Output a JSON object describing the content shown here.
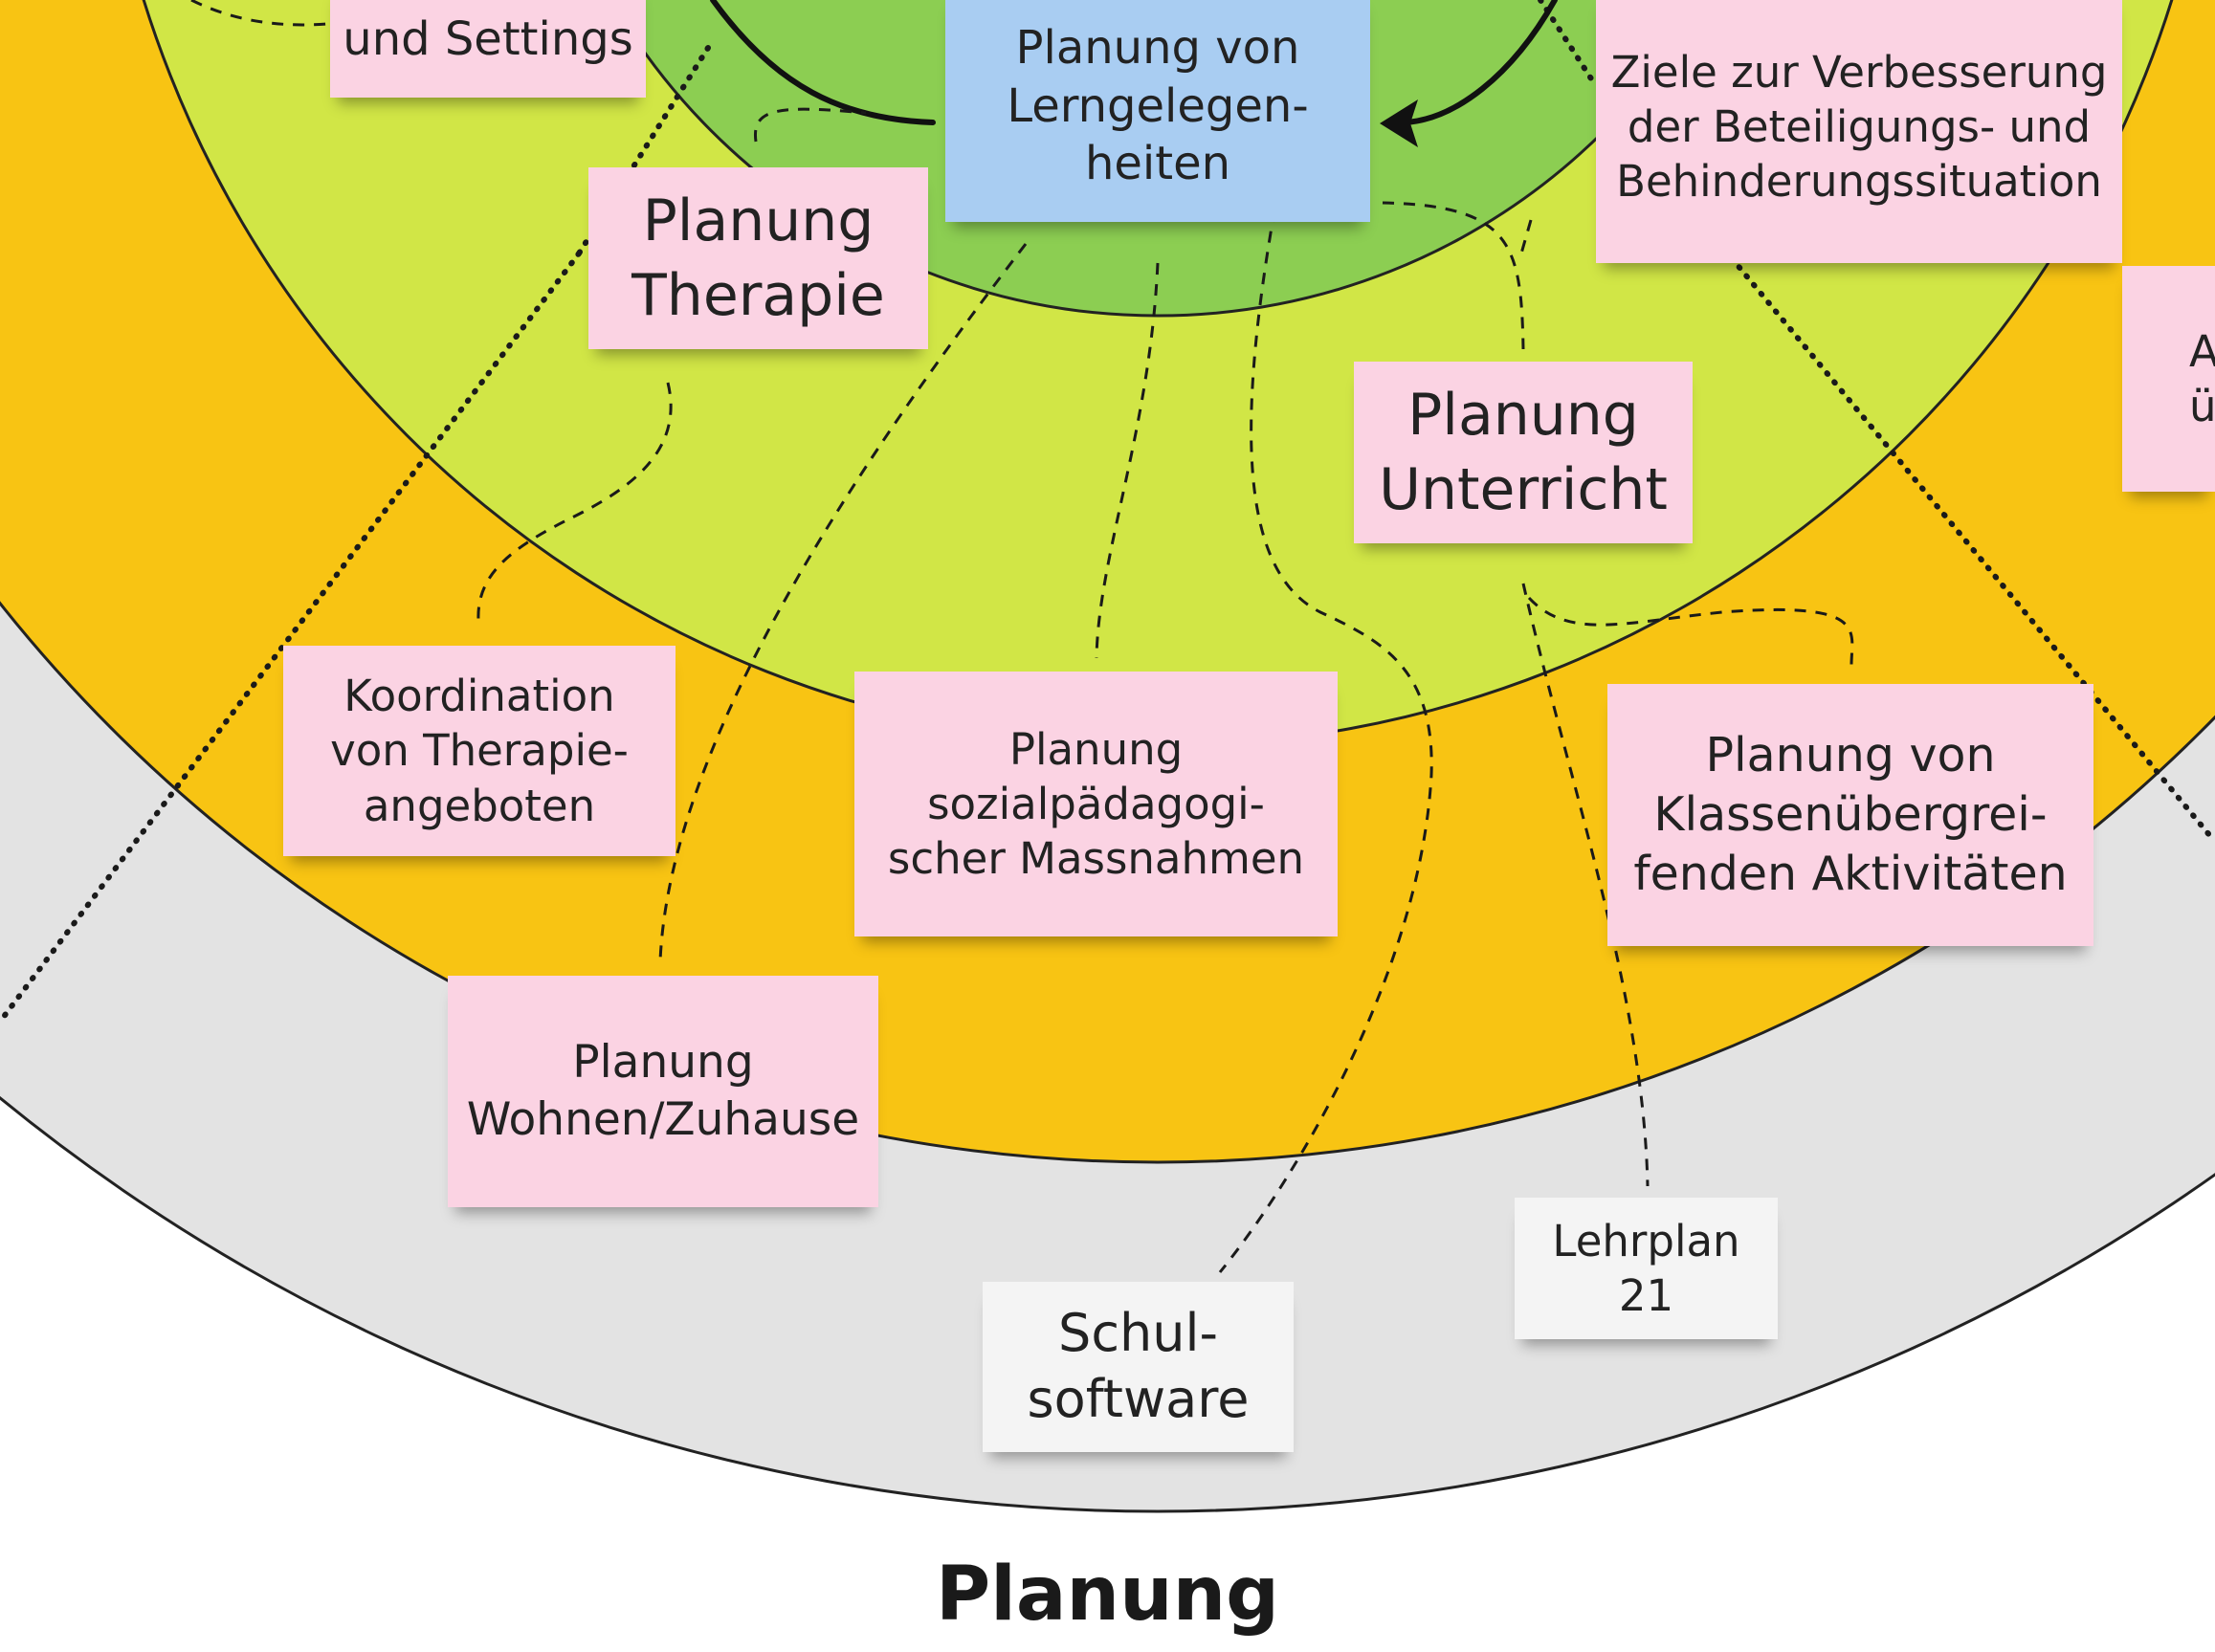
{
  "colors": {
    "ring_grey": "#e3e3e3",
    "ring_orange": "#f8c413",
    "ring_lightgreen": "#d1e646",
    "ring_green": "#8cce52",
    "note_pink": "#fbd3e3",
    "note_blue": "#a9cdf2",
    "note_white": "#f4f4f4"
  },
  "notes": {
    "und_settings": {
      "line1": "und Settings",
      "icon": "sticky-note-pink"
    },
    "planung_lerngelegenheiten": {
      "line1": "Planung von",
      "line2": "Lerngelegen-",
      "line3": "heiten",
      "icon": "sticky-note-blue"
    },
    "ziele_verbesserung": {
      "line1": "Ziele zur Verbesserung",
      "line2": "der Beteiligungs- und",
      "line3": "Behinderungssituation",
      "icon": "sticky-note-pink"
    },
    "right_edge_note": {
      "line1": "A",
      "line2": "üb",
      "icon": "sticky-note-pink"
    },
    "planung_therapie": {
      "line1": "Planung",
      "line2": "Therapie",
      "icon": "sticky-note-pink"
    },
    "planung_unterricht": {
      "line1": "Planung",
      "line2": "Unterricht",
      "icon": "sticky-note-pink"
    },
    "koordination_therapie": {
      "line1": "Koordination",
      "line2": "von Therapie-",
      "line3": "angeboten",
      "icon": "sticky-note-pink"
    },
    "planung_sozialpaedagogisch": {
      "line1": "Planung",
      "line2": "sozialpädagogi-",
      "line3": "scher Massnahmen",
      "icon": "sticky-note-pink"
    },
    "planung_klassenuebergreifend": {
      "line1": "Planung von",
      "line2": "Klassenübergrei-",
      "line3": "fenden Aktivitäten",
      "icon": "sticky-note-pink"
    },
    "planung_wohnen": {
      "line1": "Planung",
      "line2": "Wohnen/Zuhause",
      "icon": "sticky-note-pink"
    },
    "lehrplan": {
      "line1": "Lehrplan",
      "line2": "21",
      "icon": "sticky-note-white"
    },
    "schulsoftware": {
      "line1": "Schul-",
      "line2": "software",
      "icon": "sticky-note-white"
    }
  },
  "title": "Planung"
}
